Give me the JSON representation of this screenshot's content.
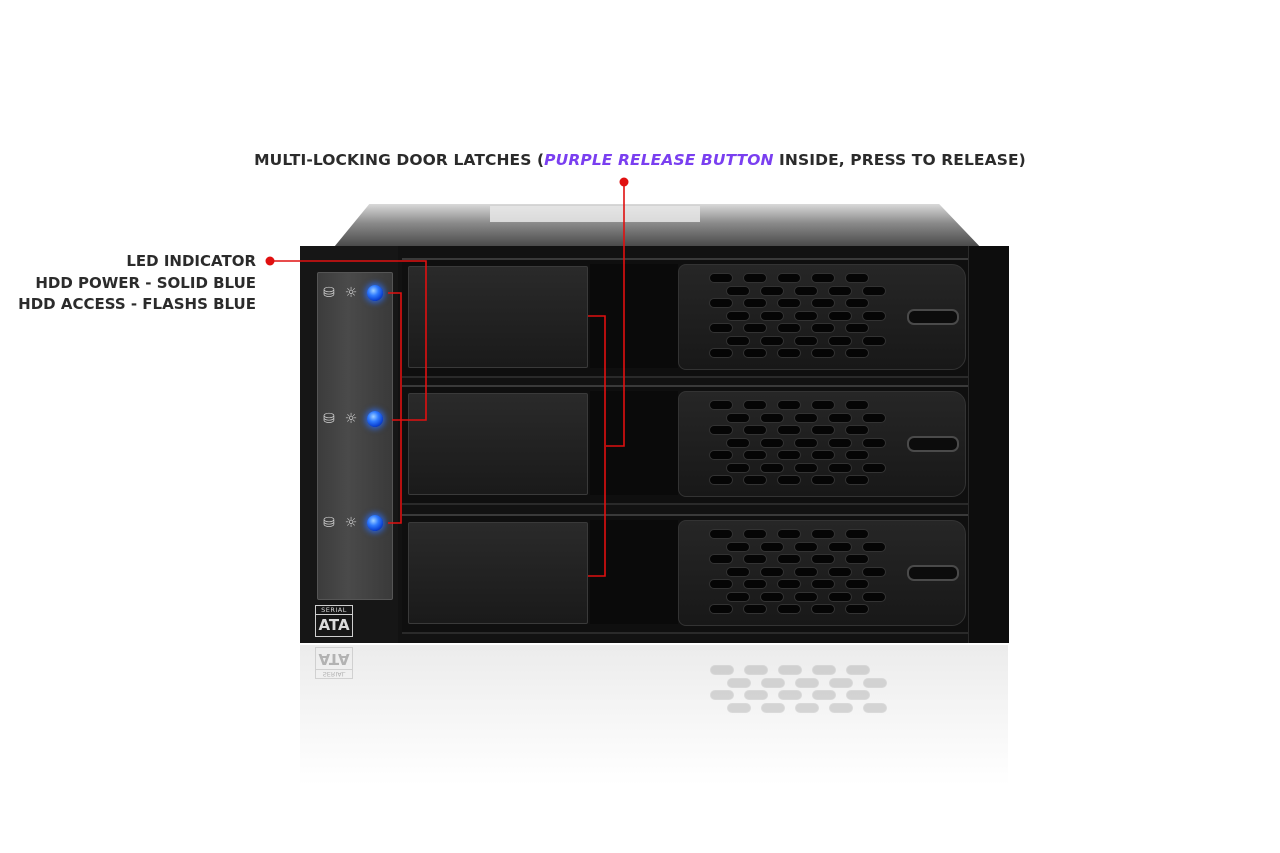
{
  "callouts": {
    "door_latches": {
      "prefix": "MULTI-LOCKING DOOR LATCHES (",
      "highlight": "PURPLE RELEASE BUTTON",
      "suffix": " INSIDE, PRESS TO RELEASE)"
    },
    "led_indicator": {
      "line1": "LED INDICATOR",
      "line2": "HDD POWER - SOLID BLUE",
      "line3": "HDD ACCESS -  FLASHS BLUE"
    }
  },
  "badge": {
    "top": "SERIAL",
    "bottom": "ATA"
  },
  "colors": {
    "leader_line": "#e01010",
    "highlight_text": "#7a3ff0",
    "led_blue": "#2f7bff"
  },
  "icons": {
    "hdd": "hdd-stack-icon",
    "activity": "bulb-icon"
  },
  "trays": 3
}
